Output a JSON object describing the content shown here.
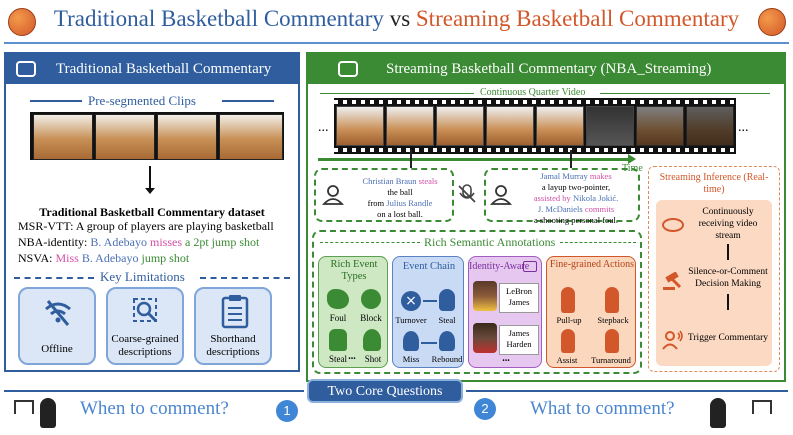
{
  "title": {
    "left": "Traditional Basketball Commentary",
    "vs": "vs",
    "right": "Streaming Basketball Commentary"
  },
  "left_panel": {
    "header": "Traditional Basketball Commentary",
    "clips_label": "Pre-segmented Clips",
    "dataset_title": "Traditional Basketball Commentary dataset",
    "examples": [
      {
        "source": "MSR-VTT:",
        "text": "A group of players are playing basketball"
      },
      {
        "source": "NBA-identity:",
        "name": "B. Adebayo",
        "highlight": "misses",
        "rest": "a 2pt jump shot"
      },
      {
        "source": "NSVA:",
        "name": "Miss",
        "name2": "B. Adebayo",
        "rest": "jump shot"
      }
    ],
    "limitations_label": "Key Limitations",
    "limitations": [
      "Offline",
      "Coarse-grained descriptions",
      "Shorthand descriptions"
    ]
  },
  "right_panel": {
    "header": "Streaming Basketball Commentary (NBA_Streaming)",
    "video_label": "Continuous Quarter Video",
    "time_label": "Time",
    "ellipsis": "...",
    "comment1": {
      "name1": "Christian Braun",
      "verb": "steals",
      "rest1": "the ball",
      "from": "from",
      "name2": "Julius Randle",
      "rest2": "on a lost ball."
    },
    "comment2": {
      "name1": "Jamal Murray",
      "verb": "makes",
      "rest1": "a layup two-pointer,",
      "assist": "assisted by",
      "name2": "Nikola Jokić.",
      "name3": "J. McDaniels",
      "verb2": "commits",
      "rest2": "a shooting personal foul."
    },
    "annotations_label": "Rich Semantic Annotations",
    "event_types": {
      "title": "Rich Event Types",
      "items": [
        "Foul",
        "Block",
        "Steal",
        "Shot"
      ],
      "more": "..."
    },
    "event_chain": {
      "title": "Event Chain",
      "items": [
        "Turnover",
        "Steal",
        "Miss",
        "Rebound"
      ]
    },
    "identity": {
      "title": "Identity-Aware",
      "players": [
        "LeBron James",
        "James Harden"
      ],
      "more": "..."
    },
    "actions": {
      "title": "Fine-grained Actions",
      "items": [
        "Pull-up",
        "Stepback",
        "Assist",
        "Turnaround"
      ]
    },
    "inference": {
      "title": "Streaming Inference (Real-time)",
      "steps": [
        "Continuously receiving video stream",
        "Silence-or-Comment Decision Making",
        "Trigger Commentary"
      ]
    }
  },
  "bottom": {
    "core": "Two Core Questions",
    "q1": "When to comment?",
    "q1_num": "1",
    "q2": "What to comment?",
    "q2_num": "2"
  },
  "colors": {
    "blue": "#2f5d9e",
    "green": "#3b8a34",
    "orange": "#d2572a",
    "pink": "#d14fa6",
    "name_blue": "#4a6fb5",
    "chain_blue": "#c9daf5",
    "identity_purple": "#e5c7f0",
    "actions_orange": "#fbd7bd",
    "types_green": "#cde8c2"
  }
}
